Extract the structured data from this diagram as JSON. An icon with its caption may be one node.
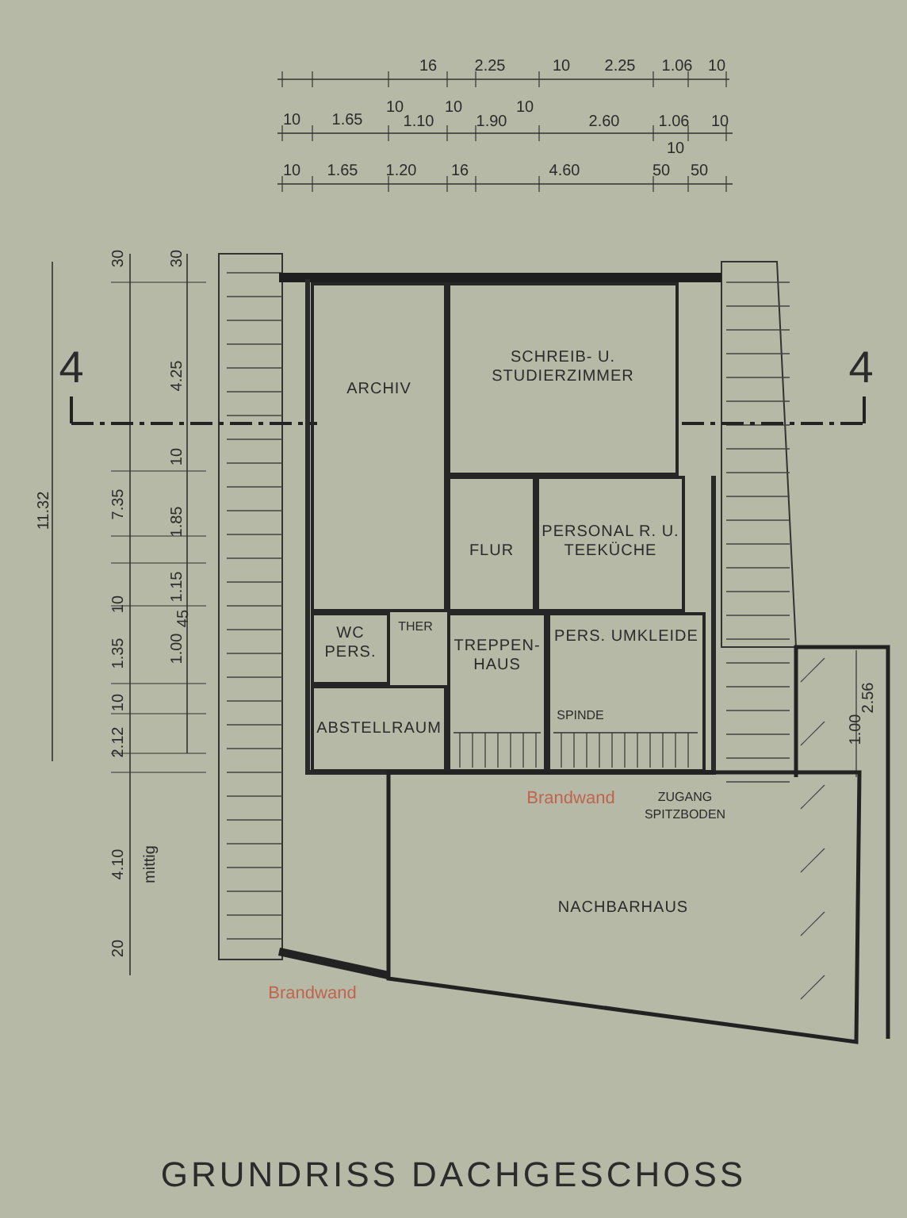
{
  "diagram": {
    "title": "GRUNDRISS DACHGESCHOSS",
    "nodes": [
      {
        "text": [
          "ARCHIV"
        ]
      },
      {
        "text": [
          "SCHREIB- U. STUDIERZIMMER"
        ]
      },
      {
        "text": [
          "FLUR"
        ]
      },
      {
        "text": [
          "PERSONAL R. U. TEEKÜCHE"
        ]
      },
      {
        "text": [
          "WC PERS."
        ]
      },
      {
        "text": [
          "TREPPEN- HAUS"
        ]
      },
      {
        "text": [
          "PERS. UMKLEIDE"
        ]
      },
      {
        "text": [
          "ABSTELLRAUM"
        ]
      },
      {
        "text": [
          "NACHBARHAUS"
        ]
      }
    ],
    "edges": [],
    "labels": [
      "16",
      "2.25",
      "10",
      "2.25",
      "1.06",
      "10",
      "10",
      "1.65",
      "10",
      "1.10",
      "10",
      "1.90",
      "10",
      "2.60",
      "1.06",
      "10",
      "10",
      "1.65",
      "1.20",
      "16",
      "4.60",
      "10",
      "50",
      "50",
      "30",
      "30",
      "4",
      "4.25",
      "4",
      "10",
      "11.32",
      "7.35",
      "1.85",
      "10",
      "1.15",
      "45",
      "THER",
      "1.35",
      "1.00",
      "10",
      "2.56",
      "SPINDE",
      "2.12",
      "1.00",
      "Brandwand",
      "ZUGANG SPITZBODEN",
      "4.10",
      "mittig",
      "20",
      "Brandwand"
    ]
  }
}
